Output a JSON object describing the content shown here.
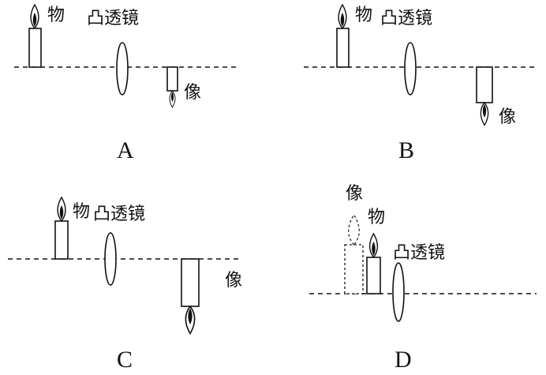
{
  "labels": {
    "object": "物",
    "lens": "凸透镜",
    "image": "像"
  },
  "options": [
    "A",
    "B",
    "C",
    "D"
  ]
}
